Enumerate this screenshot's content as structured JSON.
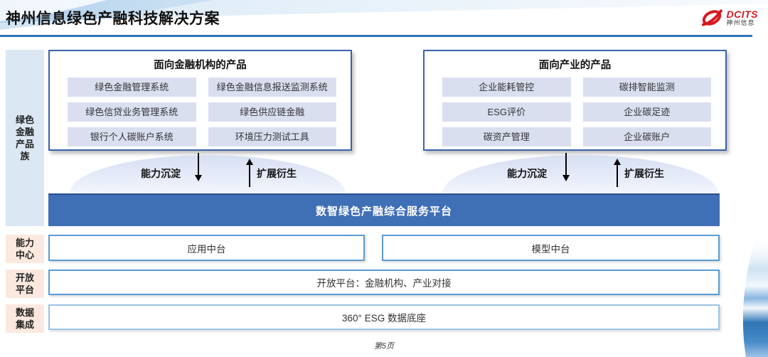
{
  "header": {
    "title": "神州信息绿色产融科技解决方案",
    "logo": {
      "brand": "DCITS",
      "brand_cn": "神州信息"
    }
  },
  "sidebar": {
    "product_family": "绿色\n金融\n产品\n族",
    "capability_center": "能力\n中心",
    "open_platform": "开放\n平台",
    "data_integration": "数据\n集成"
  },
  "products_finance": {
    "title": "面向金融机构的产品",
    "items": [
      "绿色金融管理系统",
      "绿色金融信息报送监测系统",
      "绿色信贷业务管理系统",
      "绿色供应链金融",
      "银行个人碳账户系统",
      "环境压力测试工具"
    ]
  },
  "products_industry": {
    "title": "面向产业的产品",
    "items": [
      "企业能耗管控",
      "碳排智能监测",
      "ESG评价",
      "企业碳足迹",
      "碳资产管理",
      "企业碳账户"
    ]
  },
  "arrows": {
    "down_label": "能力沉淀",
    "up_label": "扩展衍生"
  },
  "platform_banner": "数智绿色产融综合服务平台",
  "middle_platforms": {
    "app": "应用中台",
    "model": "模型中台"
  },
  "open_platform_row": "开放平台：金融机构、产业对接",
  "data_base_row": "360° ESG 数据底座",
  "footer": {
    "page_number": "第5页"
  },
  "colors": {
    "accent_blue": "#2e75b6",
    "banner_blue": "#3f6fb5",
    "box_border": "#3a62ad",
    "item_bg": "#dadff0",
    "sidebar_blue": "#dbe8f4",
    "sidebar_peach": "#fbe9df",
    "row_border": "#5b9bd5",
    "row_border_light": "#9dc3e6",
    "logo_red": "#d71920"
  }
}
